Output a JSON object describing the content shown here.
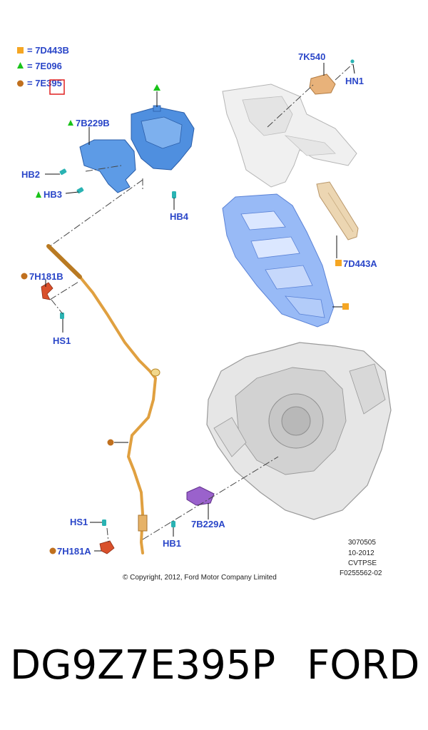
{
  "legend": [
    {
      "symbol": "square",
      "color": "#f5a623",
      "text": "= 7D443B"
    },
    {
      "symbol": "triangle",
      "color": "#19c319",
      "text": "= 7E096"
    },
    {
      "symbol": "circle",
      "color": "#c0701e",
      "text": "= 7E395"
    }
  ],
  "labels": {
    "l_7k540": "7K540",
    "l_hn1": "HN1",
    "l_7b229b": "7B229B",
    "l_hb2": "HB2",
    "l_hb3": "HB3",
    "l_hb4": "HB4",
    "l_7h181b": "7H181B",
    "l_hs1_top": "HS1",
    "l_7d443a": "7D443A",
    "l_7b229a": "7B229A",
    "l_hs1_bottom": "HS1",
    "l_7h181a": "7H181A",
    "l_hb1": "HB1"
  },
  "info": {
    "line1": "3070505",
    "line2": "10-2012",
    "line3": "CVTPSE",
    "line4": "F0255562-02"
  },
  "copyright": "© Copyright, 2012, Ford Motor Company Limited",
  "caption": {
    "part_number": "DG9Z7E395P",
    "brand": "FORD"
  },
  "colors": {
    "label_blue": "#2a46c8",
    "part_blue": "#4d8fe0",
    "cable_orange": "#e0a040",
    "gray_part": "#d9d9d9"
  }
}
